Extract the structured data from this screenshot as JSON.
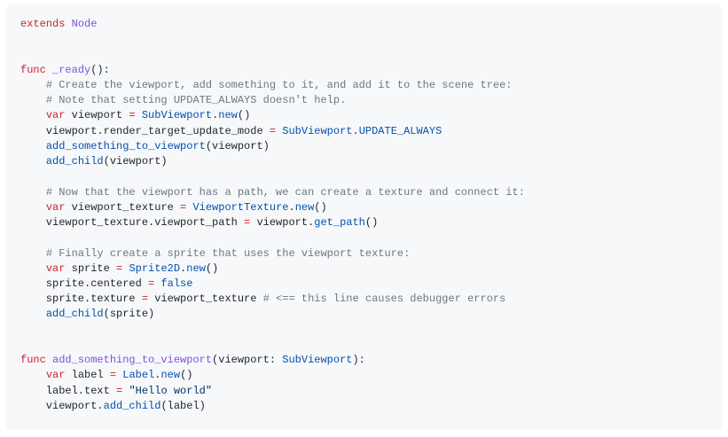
{
  "code": {
    "language": "gdscript",
    "lines": [
      [
        [
          "k",
          "extends"
        ],
        [
          "p",
          " "
        ],
        [
          "f",
          "Node"
        ]
      ],
      [],
      [],
      [
        [
          "k",
          "func"
        ],
        [
          "p",
          " "
        ],
        [
          "f",
          "_ready"
        ],
        [
          "p",
          "():"
        ]
      ],
      [
        [
          "p",
          "    "
        ],
        [
          "c",
          "# Create the viewport, add something to it, and add it to the scene tree:"
        ]
      ],
      [
        [
          "p",
          "    "
        ],
        [
          "c",
          "# Note that setting UPDATE_ALWAYS doesn't help."
        ]
      ],
      [
        [
          "p",
          "    "
        ],
        [
          "k",
          "var"
        ],
        [
          "p",
          " viewport "
        ],
        [
          "o",
          "="
        ],
        [
          "p",
          " "
        ],
        [
          "b",
          "SubViewport"
        ],
        [
          "p",
          "."
        ],
        [
          "b",
          "new"
        ],
        [
          "p",
          "()"
        ]
      ],
      [
        [
          "p",
          "    viewport.render_target_update_mode "
        ],
        [
          "o",
          "="
        ],
        [
          "p",
          " "
        ],
        [
          "b",
          "SubViewport"
        ],
        [
          "p",
          "."
        ],
        [
          "b",
          "UPDATE_ALWAYS"
        ]
      ],
      [
        [
          "p",
          "    "
        ],
        [
          "b",
          "add_something_to_viewport"
        ],
        [
          "p",
          "(viewport)"
        ]
      ],
      [
        [
          "p",
          "    "
        ],
        [
          "b",
          "add_child"
        ],
        [
          "p",
          "(viewport)"
        ]
      ],
      [],
      [
        [
          "p",
          "    "
        ],
        [
          "c",
          "# Now that the viewport has a path, we can create a texture and connect it:"
        ]
      ],
      [
        [
          "p",
          "    "
        ],
        [
          "k",
          "var"
        ],
        [
          "p",
          " viewport_texture "
        ],
        [
          "o",
          "="
        ],
        [
          "p",
          " "
        ],
        [
          "b",
          "ViewportTexture"
        ],
        [
          "p",
          "."
        ],
        [
          "b",
          "new"
        ],
        [
          "p",
          "()"
        ]
      ],
      [
        [
          "p",
          "    viewport_texture.viewport_path "
        ],
        [
          "o",
          "="
        ],
        [
          "p",
          " viewport."
        ],
        [
          "b",
          "get_path"
        ],
        [
          "p",
          "()"
        ]
      ],
      [],
      [
        [
          "p",
          "    "
        ],
        [
          "c",
          "# Finally create a sprite that uses the viewport texture:"
        ]
      ],
      [
        [
          "p",
          "    "
        ],
        [
          "k",
          "var"
        ],
        [
          "p",
          " sprite "
        ],
        [
          "o",
          "="
        ],
        [
          "p",
          " "
        ],
        [
          "b",
          "Sprite2D"
        ],
        [
          "p",
          "."
        ],
        [
          "b",
          "new"
        ],
        [
          "p",
          "()"
        ]
      ],
      [
        [
          "p",
          "    sprite.centered "
        ],
        [
          "o",
          "="
        ],
        [
          "p",
          " "
        ],
        [
          "b",
          "false"
        ]
      ],
      [
        [
          "p",
          "    sprite.texture "
        ],
        [
          "o",
          "="
        ],
        [
          "p",
          " viewport_texture "
        ],
        [
          "c",
          "# <== this line causes debugger errors"
        ]
      ],
      [
        [
          "p",
          "    "
        ],
        [
          "b",
          "add_child"
        ],
        [
          "p",
          "(sprite)"
        ]
      ],
      [],
      [],
      [
        [
          "k",
          "func"
        ],
        [
          "p",
          " "
        ],
        [
          "f",
          "add_something_to_viewport"
        ],
        [
          "p",
          "(viewport: "
        ],
        [
          "b",
          "SubViewport"
        ],
        [
          "p",
          "):"
        ]
      ],
      [
        [
          "p",
          "    "
        ],
        [
          "k",
          "var"
        ],
        [
          "p",
          " label "
        ],
        [
          "o",
          "="
        ],
        [
          "p",
          " "
        ],
        [
          "b",
          "Label"
        ],
        [
          "p",
          "."
        ],
        [
          "b",
          "new"
        ],
        [
          "p",
          "()"
        ]
      ],
      [
        [
          "p",
          "    label.text "
        ],
        [
          "o",
          "="
        ],
        [
          "p",
          " "
        ],
        [
          "s",
          "\"Hello world\""
        ]
      ],
      [
        [
          "p",
          "    viewport."
        ],
        [
          "b",
          "add_child"
        ],
        [
          "p",
          "(label)"
        ]
      ]
    ]
  }
}
